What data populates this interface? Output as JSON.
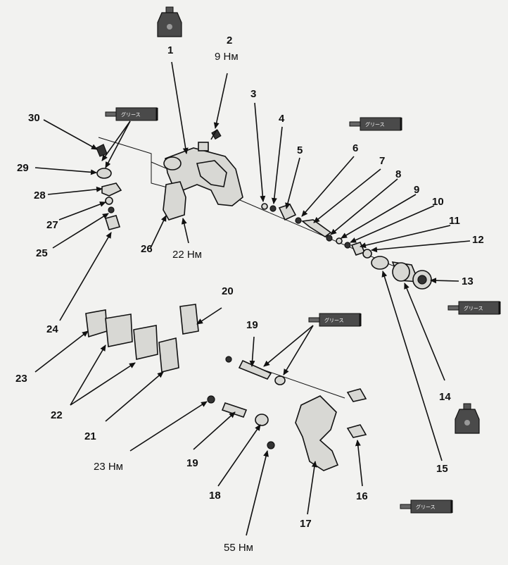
{
  "callouts": {
    "c1": "1",
    "c2": "2",
    "c3": "3",
    "c4": "4",
    "c5": "5",
    "c6": "6",
    "c7": "7",
    "c8": "8",
    "c9": "9",
    "c10": "10",
    "c11": "11",
    "c12": "12",
    "c13": "13",
    "c14": "14",
    "c15": "15",
    "c16": "16",
    "c17": "17",
    "c18": "18",
    "c19a": "19",
    "c19b": "19",
    "c20": "20",
    "c21": "21",
    "c22": "22",
    "c23": "23",
    "c24": "24",
    "c25": "25",
    "c26": "26",
    "c27": "27",
    "c28": "28",
    "c29": "29",
    "c30": "30"
  },
  "torques": {
    "t2": "9 Нм",
    "t26": "22 Нм",
    "t23": "23 Нм",
    "t55": "55 Нм"
  },
  "grease_tube": {
    "text": "グリース"
  },
  "icons": {
    "grease": "grease-tube-icon",
    "fluid": "brake-fluid-bottle-icon"
  }
}
